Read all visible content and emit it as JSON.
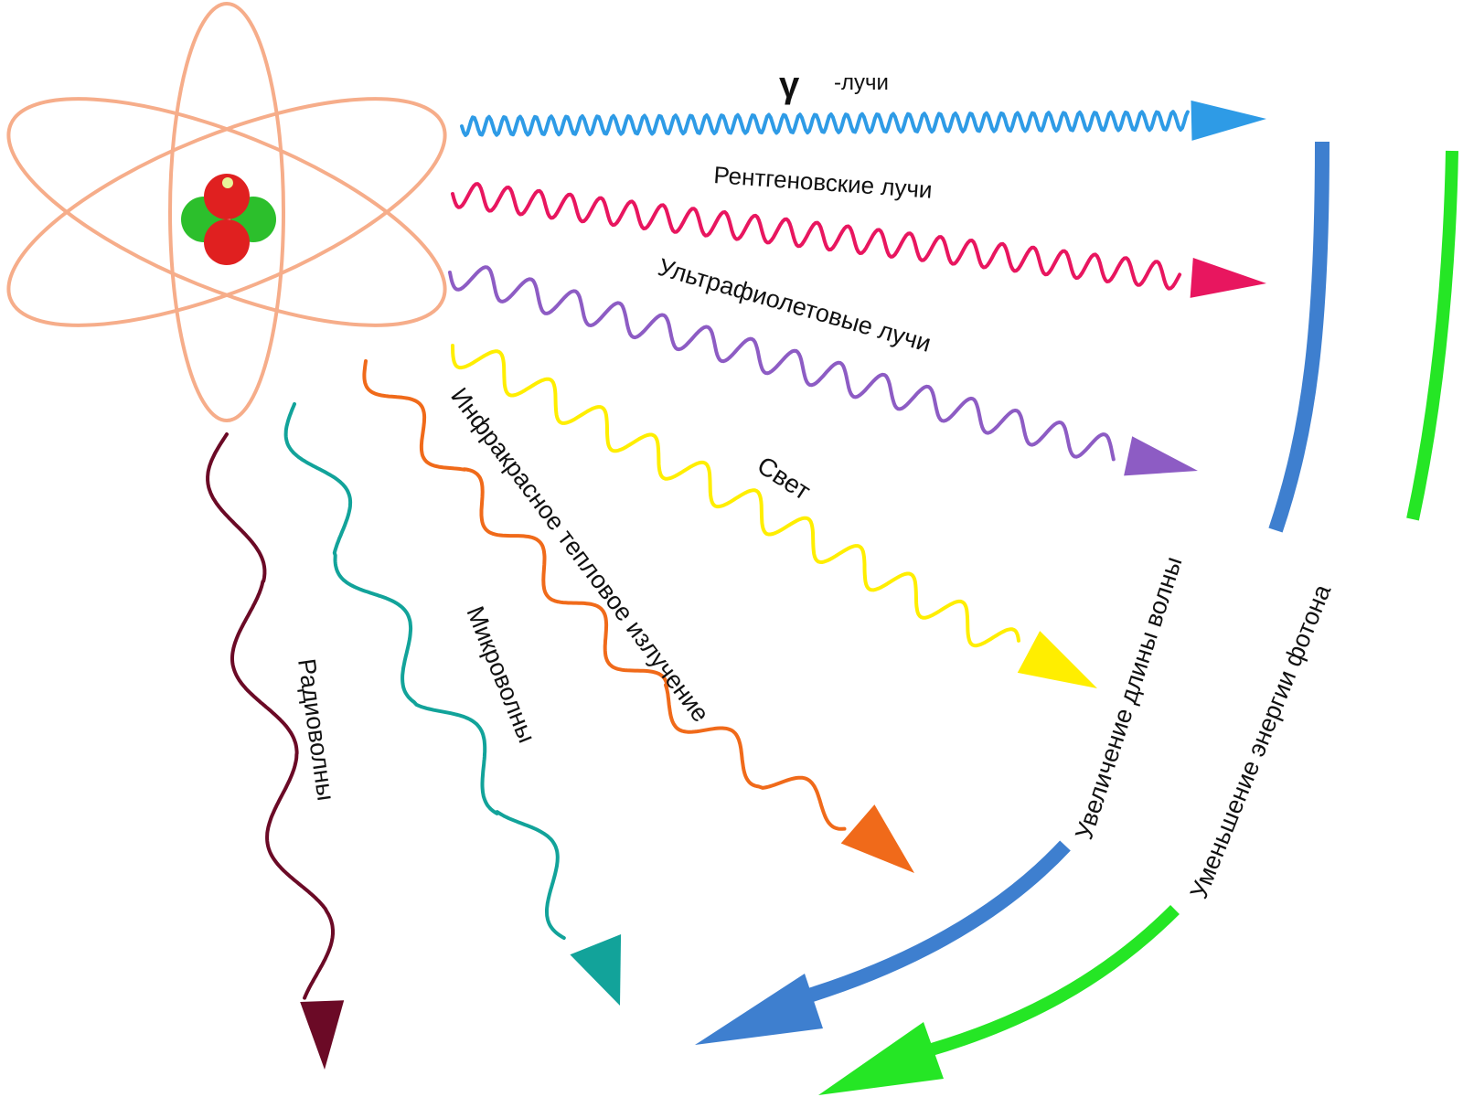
{
  "colors": {
    "orbit": "#f6ad8a",
    "proton": "#e02020",
    "neutron": "#2cbf2c",
    "gamma": "#2e9be6",
    "xray": "#e8165f",
    "uv": "#8d5cc4",
    "light": "#ffee00",
    "infrared": "#f06a1a",
    "micro": "#12a39a",
    "radio": "#6b0a26",
    "wavelength_arrow": "#3e7fcf",
    "energy_arrow": "#25e625"
  },
  "labels": {
    "gamma_symbol": "γ",
    "gamma_text": "-лучи",
    "xray": "Рентгеновские лучи",
    "uv": "Ультрафиолетовые лучи",
    "light": "Свет",
    "infrared": "Инфракрасное тепловое излучение",
    "micro": "Микроволны",
    "radio": "Радиоволны",
    "wavelength": "Увеличение длины волны",
    "energy": "Уменьшение энергии фотона"
  }
}
